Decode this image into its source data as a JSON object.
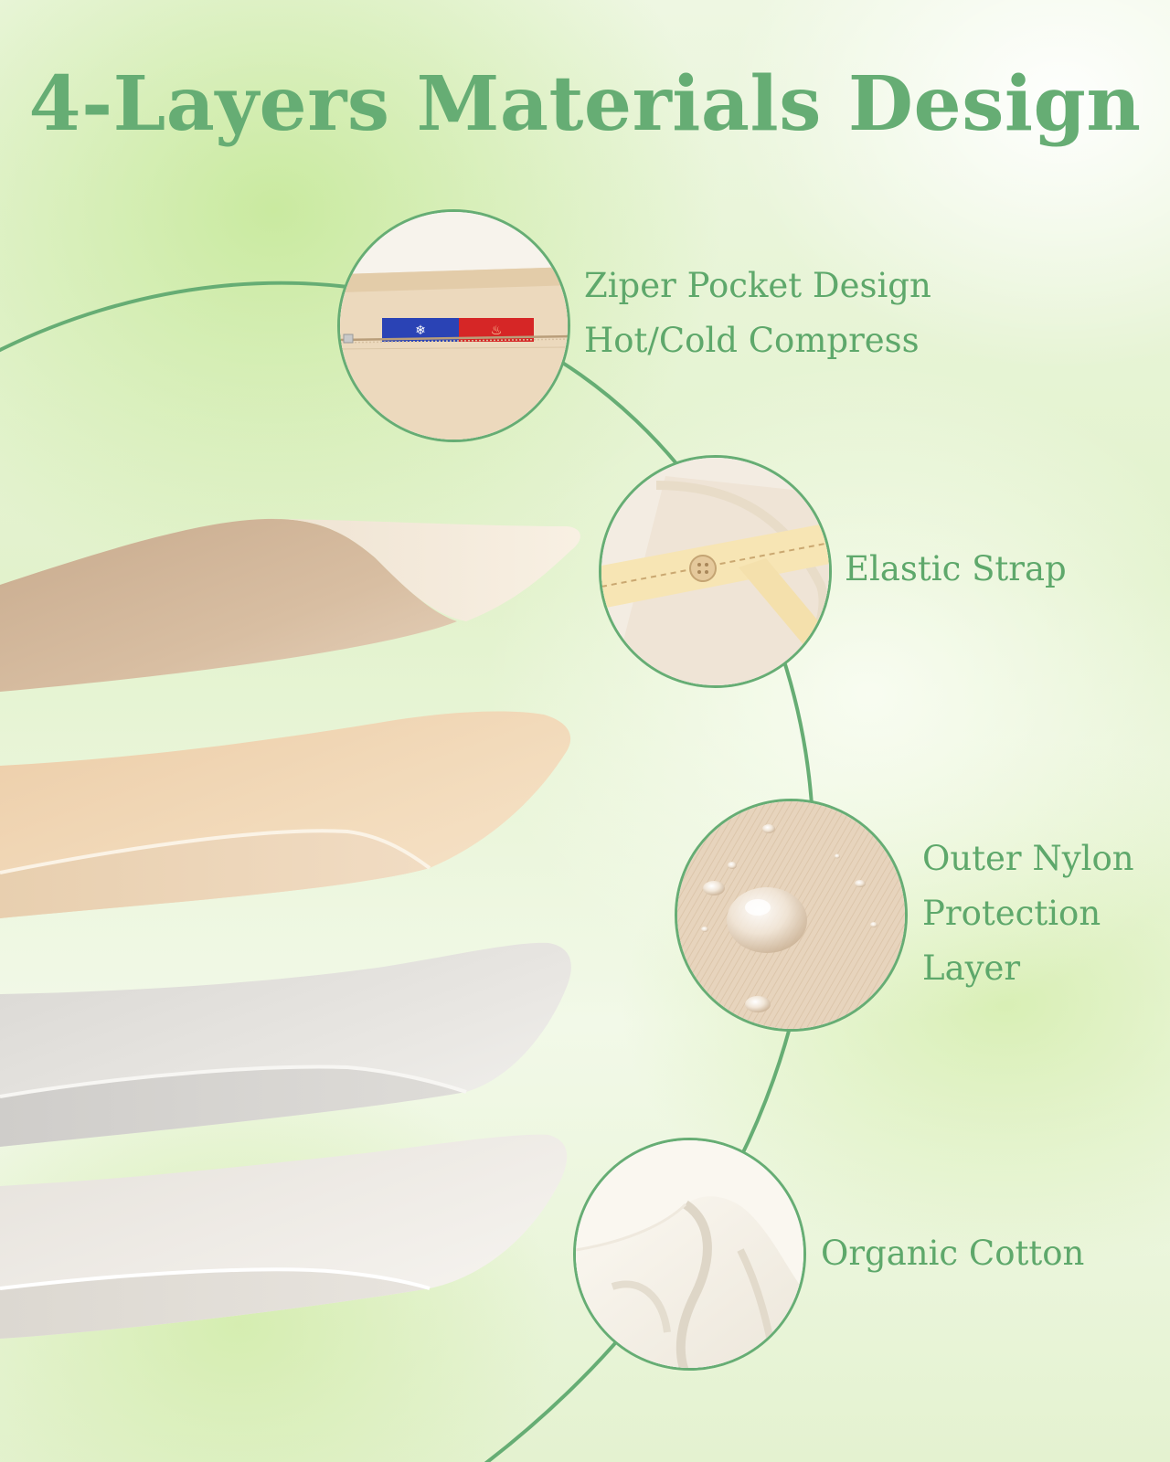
{
  "title": "4-Layers Materials Design",
  "colors": {
    "accent_green": "#66ad74",
    "label_green": "#5ea86b",
    "background": "#e6f3d4"
  },
  "features": [
    {
      "lines": [
        "Ziper Pocket Design",
        "Hot/Cold Compress"
      ],
      "icon": "zipper-pocket-photo"
    },
    {
      "lines": [
        "Elastic Strap"
      ],
      "icon": "elastic-strap-photo"
    },
    {
      "lines": [
        "Outer Nylon",
        "Protection",
        "Layer"
      ],
      "icon": "water-droplets-photo"
    },
    {
      "lines": [
        "Organic Cotton"
      ],
      "icon": "cotton-fabric-photo"
    }
  ],
  "layers": [
    "tan-fabric-layer",
    "beige-fabric-layer",
    "grey-fabric-layer",
    "white-fabric-layer"
  ]
}
